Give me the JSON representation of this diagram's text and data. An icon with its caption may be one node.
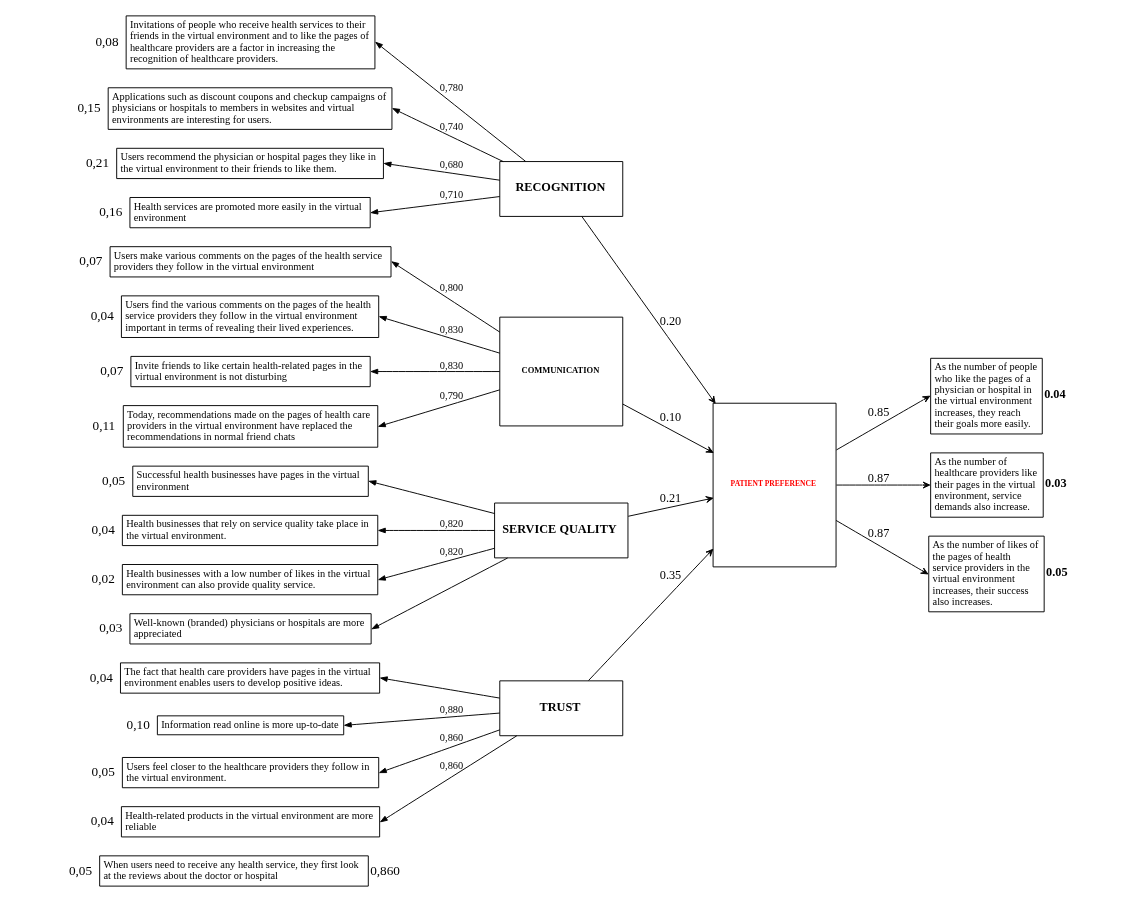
{
  "diagram": {
    "nodes": [
      {
        "text": [
          "Invitations of people who receive health services to their friends in the virtual environment and to like the pages of healthcare providers are a factor in increasing the recognition of healthcare providers."
        ],
        "beside": [
          "0,08"
        ]
      },
      {
        "text": [
          "Applications such as discount coupons and checkup campaigns of physicians or hospitals to members in websites and virtual environments are interesting for users."
        ],
        "beside": [
          "0,15"
        ]
      },
      {
        "text": [
          "Users recommend the physician or hospital pages they like in the virtual environment to their friends to like them."
        ],
        "beside": [
          "0,21"
        ]
      },
      {
        "text": [
          "Health services are promoted more easily in the virtual environment"
        ],
        "beside": [
          "0,16"
        ]
      },
      {
        "text": [
          "Users make various comments on the pages of the health service providers they follow in the virtual environment"
        ],
        "beside": [
          "0,07"
        ]
      },
      {
        "text": [
          "Users find the various comments on the pages of the health service providers they follow in the virtual environment important in terms of revealing their lived experiences."
        ],
        "beside": [
          "0,04"
        ]
      },
      {
        "text": [
          "Invite friends to like certain health-related pages in the virtual environment is not disturbing"
        ],
        "beside": [
          "0,07"
        ]
      },
      {
        "text": [
          "Today, recommendations made on the pages of health care providers in the virtual environment have replaced the recommendations in normal friend chats"
        ],
        "beside": [
          "0,11"
        ]
      },
      {
        "text": [
          "Successful health businesses have pages in the virtual environment"
        ],
        "beside": [
          "0,05"
        ]
      },
      {
        "text": [
          "Health businesses that rely on service quality take place in the virtual environment."
        ],
        "beside": [
          "0,04"
        ]
      },
      {
        "text": [
          "Health businesses with a low number of likes in the virtual environment can also provide quality service."
        ],
        "beside": [
          "0,02"
        ]
      },
      {
        "text": [
          "Well-known (branded) physicians or hospitals are more appreciated"
        ],
        "beside": [
          "0,03"
        ]
      },
      {
        "text": [
          "The fact that health care providers have pages in the virtual environment enables users to develop positive ideas."
        ],
        "beside": [
          "0,04"
        ]
      },
      {
        "text": [
          "Information read online is more up-to-date"
        ],
        "beside": [
          "0,10"
        ]
      },
      {
        "text": [
          "Users feel closer to the healthcare providers they follow in the virtual environment."
        ],
        "beside": [
          "0,05"
        ]
      },
      {
        "text": [
          "Health-related products in the virtual environment are more reliable"
        ],
        "beside": [
          "0,04"
        ]
      },
      {
        "text": [
          "When users need to receive any health service, they first look at the reviews about the doctor or hospital"
        ],
        "beside": [
          "0,05",
          "0,860"
        ]
      },
      {
        "text": [
          "RECOGNITION"
        ]
      },
      {
        "text": [
          "COMMUNICATION"
        ]
      },
      {
        "text": [
          "SERVICE QUALITY"
        ]
      },
      {
        "text": [
          "TRUST"
        ]
      },
      {
        "text": [
          "PATIENT PREFERENCE"
        ]
      },
      {
        "text": [
          "As the number of people who like the pages of a physician or hospital in the virtual environment increases, they reach their goals more easily."
        ],
        "beside": [
          "0.04"
        ]
      },
      {
        "text": [
          "As the number of healthcare providers like their pages in the virtual environment, service demands also increase."
        ],
        "beside": [
          "0.03"
        ]
      },
      {
        "text": [
          "As the number of likes of the pages of health service providers in the virtual environment increases, their success also increases."
        ],
        "beside": [
          "0.05"
        ]
      }
    ],
    "edges": [
      {
        "from": 17,
        "to": 0,
        "arrow": "to",
        "label": "0,780"
      },
      {
        "from": 17,
        "to": 1,
        "arrow": "to",
        "label": "0,740"
      },
      {
        "from": 17,
        "to": 2,
        "arrow": "to",
        "label": "0,680"
      },
      {
        "from": 17,
        "to": 3,
        "arrow": "to",
        "label": "0,710"
      },
      {
        "from": 18,
        "to": 4,
        "arrow": "to",
        "label": "0,800"
      },
      {
        "from": 18,
        "to": 5,
        "arrow": "to",
        "label": "0,830"
      },
      {
        "from": 18,
        "to": 6,
        "arrow": "to",
        "label": "0,830"
      },
      {
        "from": 18,
        "to": 7,
        "arrow": "to",
        "label": "0,790"
      },
      {
        "from": 19,
        "to": 8,
        "arrow": "to"
      },
      {
        "from": 19,
        "to": 9,
        "arrow": "to",
        "label": "0,820"
      },
      {
        "from": 19,
        "to": 10,
        "arrow": "to",
        "label": "0,820"
      },
      {
        "from": 19,
        "to": 11,
        "arrow": "to"
      },
      {
        "from": 20,
        "to": 12,
        "arrow": "to"
      },
      {
        "from": 20,
        "to": 13,
        "arrow": "to",
        "label": "0,880"
      },
      {
        "from": 20,
        "to": 14,
        "arrow": "to",
        "label": "0,860"
      },
      {
        "from": 20,
        "to": 15,
        "arrow": "to",
        "label": "0,860"
      },
      {
        "from": 17,
        "to": 21,
        "arrow": "to",
        "label": "0.20"
      },
      {
        "from": 18,
        "to": 21,
        "arrow": "to",
        "label": "0.10"
      },
      {
        "from": 19,
        "to": 21,
        "arrow": "to",
        "label": "0.21"
      },
      {
        "from": 20,
        "to": 21,
        "arrow": "to",
        "label": "0.35"
      },
      {
        "from": 21,
        "to": 22,
        "arrow": "to",
        "label": "0.85"
      },
      {
        "from": 21,
        "to": 23,
        "arrow": "to",
        "label": "0.87"
      },
      {
        "from": 21,
        "to": 24,
        "arrow": "to",
        "label": "0.87"
      }
    ]
  }
}
